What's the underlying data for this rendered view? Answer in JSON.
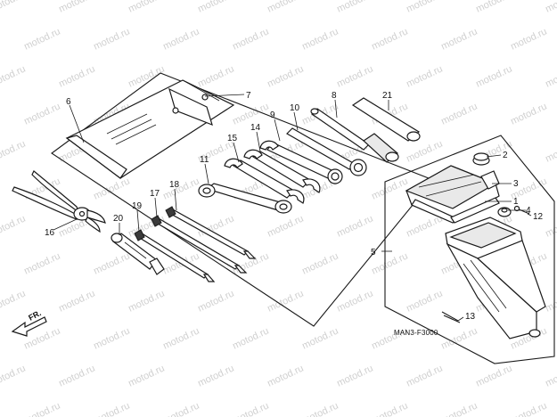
{
  "watermark": "motod.ru",
  "diagram_code": "MAN3-F3000",
  "front_label": "FR.",
  "callouts": [
    "1",
    "2",
    "3",
    "4",
    "5",
    "6",
    "7",
    "8",
    "9",
    "10",
    "11",
    "12",
    "13",
    "14",
    "15",
    "16",
    "17",
    "18",
    "19",
    "20",
    "21"
  ],
  "colors": {
    "line": "#1a1a1a",
    "watermark": "#d0d0d0",
    "background": "#ffffff"
  }
}
